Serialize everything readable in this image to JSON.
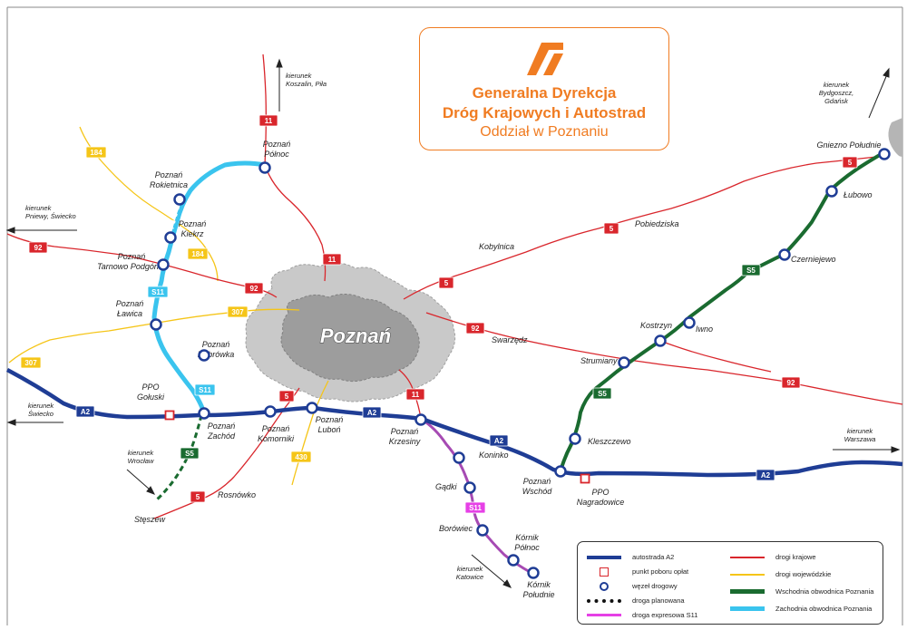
{
  "title": {
    "line1": "Generalna Dyrekcja",
    "line2": "Dróg Krajowych i Autostrad",
    "line3": "Oddział w Poznaniu"
  },
  "center_city": "Poznań",
  "colors": {
    "a2": "#1f3d95",
    "s5": "#1a6b30",
    "s11_west": "#3ac4ee",
    "s11_south": "#a64ab3",
    "national": "#d9262c",
    "voivodeship": "#f5c518",
    "planned": "#1a6b30",
    "brand": "#f07c22",
    "city_dark": "#9a9a9a",
    "city_light": "#c8c8c8"
  },
  "nodes": [
    {
      "id": "poznan-polnoc",
      "label": [
        "Poznań",
        "Północ"
      ]
    },
    {
      "id": "poznan-rokietnica",
      "label": [
        "Poznań",
        "Rokietnica"
      ]
    },
    {
      "id": "poznan-kiekrz",
      "label": [
        "Poznań",
        "Kiekrz"
      ]
    },
    {
      "id": "poznan-tarnowo",
      "label": [
        "Poznań",
        "Tarnowo Podgórne"
      ]
    },
    {
      "id": "poznan-lawica",
      "label": [
        "Poznań",
        "Ławica"
      ]
    },
    {
      "id": "poznan-dabrowka",
      "label": [
        "Poznań",
        "Dąbrówka"
      ]
    },
    {
      "id": "poznan-zachod",
      "label": [
        "Poznań",
        "Zachód"
      ]
    },
    {
      "id": "poznan-komorniki",
      "label": [
        "Poznań",
        "Komorniki"
      ]
    },
    {
      "id": "poznan-lubon",
      "label": [
        "Poznań",
        "Luboń"
      ]
    },
    {
      "id": "poznan-krzesiny",
      "label": [
        "Poznań",
        "Krzesiny"
      ]
    },
    {
      "id": "koninko",
      "label": [
        "Koninko"
      ]
    },
    {
      "id": "gadki",
      "label": [
        "Gądki"
      ]
    },
    {
      "id": "borowiec",
      "label": [
        "Borówiec"
      ]
    },
    {
      "id": "kornik-polnoc",
      "label": [
        "Kórnik",
        "Północ"
      ]
    },
    {
      "id": "kornik-poludnie",
      "label": [
        "Kórnik",
        "Południe"
      ]
    },
    {
      "id": "poznan-wschod",
      "label": [
        "Poznań",
        "Wschód"
      ]
    },
    {
      "id": "kleszczewo",
      "label": [
        "Kleszczewo"
      ]
    },
    {
      "id": "strumiany",
      "label": [
        "Strumiany"
      ]
    },
    {
      "id": "kostrzyn",
      "label": [
        "Kostrzyn"
      ]
    },
    {
      "id": "iwno",
      "label": [
        "Iwno"
      ]
    },
    {
      "id": "czerniejewo",
      "label": [
        "Czerniejewo"
      ]
    },
    {
      "id": "lubowo",
      "label": [
        "Łubowo"
      ]
    },
    {
      "id": "gniezno-poludnie",
      "label": [
        "Gniezno Południe"
      ]
    }
  ],
  "toll_points": [
    {
      "id": "ppo-goluski",
      "label": [
        "PPO",
        "Gołuski"
      ]
    },
    {
      "id": "ppo-nagradowice",
      "label": [
        "PPO",
        "Nagradowice"
      ]
    }
  ],
  "towns": [
    {
      "id": "kobylnica",
      "label": "Kobylnica"
    },
    {
      "id": "pobiedziska",
      "label": "Pobiedziska"
    },
    {
      "id": "swarzedz",
      "label": "Swarzędz"
    },
    {
      "id": "rosnowko",
      "label": "Rosnówko"
    },
    {
      "id": "stceszew",
      "label": "Stęszew"
    }
  ],
  "directions": [
    {
      "id": "dir-koszalin",
      "label": [
        "kierunek",
        "Koszalin, Piła"
      ]
    },
    {
      "id": "dir-bydgoszcz",
      "label": [
        "kierunek",
        "Bydgoszcz,",
        "Gdańsk"
      ]
    },
    {
      "id": "dir-pniewy",
      "label": [
        "kierunek",
        "Pniewy, Świecko"
      ]
    },
    {
      "id": "dir-swiecko",
      "label": [
        "kierunek",
        "Świecko"
      ]
    },
    {
      "id": "dir-wroclaw",
      "label": [
        "kierunek",
        "Wrocław"
      ]
    },
    {
      "id": "dir-warszawa",
      "label": [
        "kierunek",
        "Warszawa"
      ]
    },
    {
      "id": "dir-katowice",
      "label": [
        "kierunek",
        "Katowice"
      ]
    }
  ],
  "shields": [
    {
      "id": "sh-11-top",
      "text": "11",
      "kind": "national"
    },
    {
      "id": "sh-11-mid",
      "text": "11",
      "kind": "national"
    },
    {
      "id": "sh-11-south",
      "text": "11",
      "kind": "national"
    },
    {
      "id": "sh-5-gniezno",
      "text": "5",
      "kind": "national"
    },
    {
      "id": "sh-5-pob",
      "text": "5",
      "kind": "national"
    },
    {
      "id": "sh-5-mid",
      "text": "5",
      "kind": "national"
    },
    {
      "id": "sh-5-kom",
      "text": "5",
      "kind": "national"
    },
    {
      "id": "sh-5-ros",
      "text": "5",
      "kind": "national"
    },
    {
      "id": "sh-92-w",
      "text": "92",
      "kind": "national"
    },
    {
      "id": "sh-92-mid",
      "text": "92",
      "kind": "national"
    },
    {
      "id": "sh-92-e",
      "text": "92",
      "kind": "national"
    },
    {
      "id": "sh-92-se",
      "text": "92",
      "kind": "national"
    },
    {
      "id": "sh-184-n",
      "text": "184",
      "kind": "voivodeship"
    },
    {
      "id": "sh-184-s",
      "text": "184",
      "kind": "voivodeship"
    },
    {
      "id": "sh-307-mid",
      "text": "307",
      "kind": "voivodeship"
    },
    {
      "id": "sh-307-w",
      "text": "307",
      "kind": "voivodeship"
    },
    {
      "id": "sh-430",
      "text": "430",
      "kind": "voivodeship"
    },
    {
      "id": "sh-a2-w",
      "text": "A2",
      "kind": "motorway"
    },
    {
      "id": "sh-a2-mid",
      "text": "A2",
      "kind": "motorway"
    },
    {
      "id": "sh-a2-e1",
      "text": "A2",
      "kind": "motorway"
    },
    {
      "id": "sh-a2-e2",
      "text": "A2",
      "kind": "motorway"
    },
    {
      "id": "sh-s11-w1",
      "text": "S11",
      "kind": "s11w"
    },
    {
      "id": "sh-s11-w2",
      "text": "S11",
      "kind": "s11w"
    },
    {
      "id": "sh-s11-s",
      "text": "S11",
      "kind": "s11s"
    },
    {
      "id": "sh-s5-1",
      "text": "S5",
      "kind": "s5"
    },
    {
      "id": "sh-s5-2",
      "text": "S5",
      "kind": "s5"
    },
    {
      "id": "sh-s5-3",
      "text": "S5",
      "kind": "s5"
    }
  ],
  "legend": {
    "left": [
      {
        "id": "lg-a2",
        "label": "autostrada A2"
      },
      {
        "id": "lg-ppo",
        "label": "punkt poboru opłat"
      },
      {
        "id": "lg-wezel",
        "label": "węzeł drogowy"
      },
      {
        "id": "lg-planned",
        "label": "droga planowana"
      },
      {
        "id": "lg-s11",
        "label": "droga expresowa S11"
      }
    ],
    "right": [
      {
        "id": "lg-krajowe",
        "label": "drogi krajowe"
      },
      {
        "id": "lg-woj",
        "label": "drogi wojewódzkie"
      },
      {
        "id": "lg-s5",
        "label": "Wschodnia obwodnica Poznania"
      },
      {
        "id": "lg-s11w",
        "label": "Zachodnia obwodnica Poznania"
      }
    ]
  }
}
